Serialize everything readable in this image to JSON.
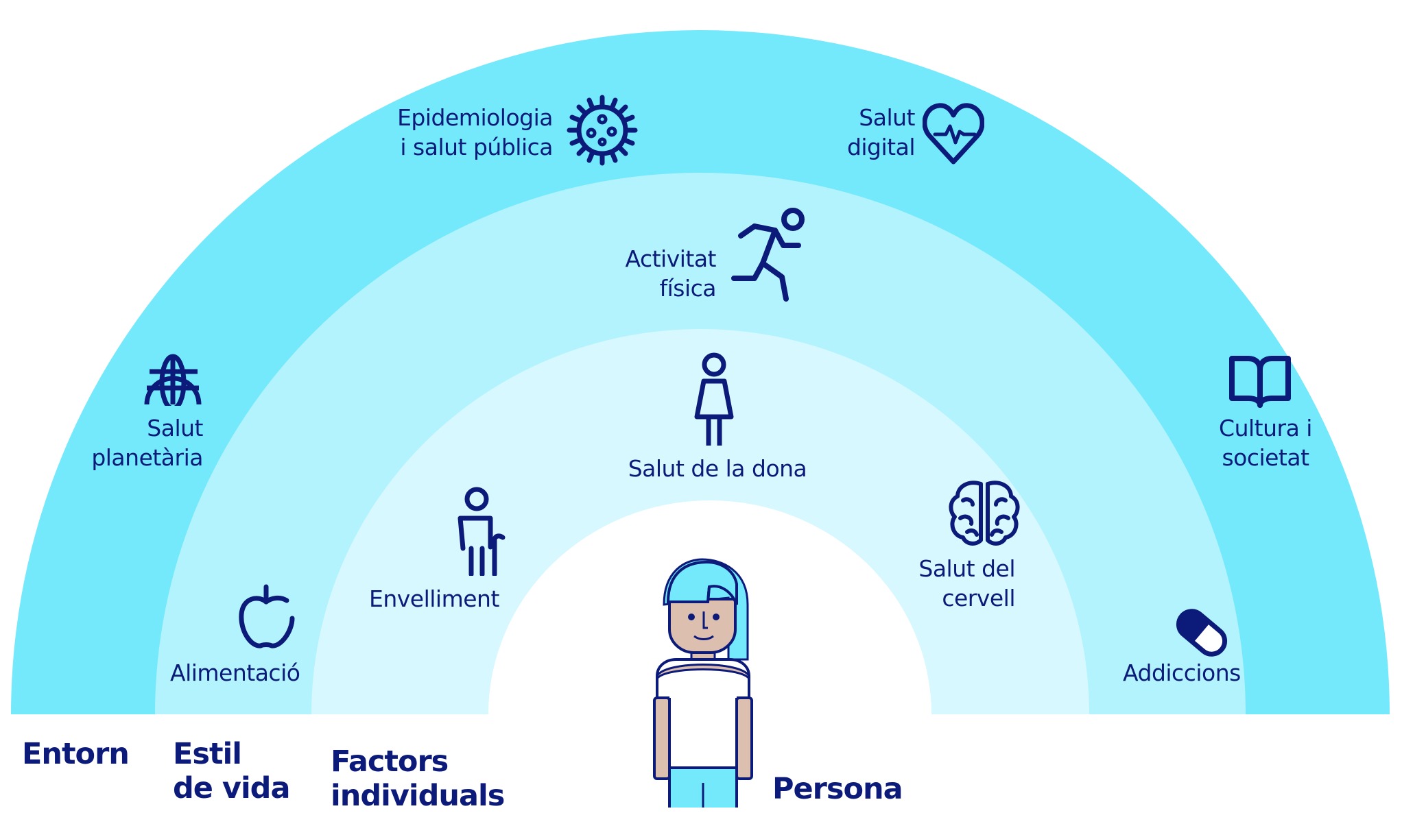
{
  "colors": {
    "outer_band": "#74e9fb",
    "middle_band": "#b2f3fd",
    "inner_band": "#d6f8fe",
    "navy": "#0c1a7a",
    "skin": "#dcbfae",
    "background": "#ffffff"
  },
  "bands": {
    "entorn": "Entorn",
    "estil_de_vida": "Estil\nde vida",
    "factors_individuals": "Factors\nindividuals",
    "persona": "Persona"
  },
  "topics": [
    {
      "label": "Epidemiologia\ni salut pública",
      "icon": "virus-icon",
      "band": "Entorn"
    },
    {
      "label": "Salut\ndigital",
      "icon": "heart-pulse-icon",
      "band": "Entorn"
    },
    {
      "label": "Salut\nplanetària",
      "icon": "globe-icon",
      "band": "Entorn"
    },
    {
      "label": "Cultura i\nsocietat",
      "icon": "book-icon",
      "band": "Entorn"
    },
    {
      "label": "Activitat\nfísica",
      "icon": "running-person-icon",
      "band": "Estil de vida"
    },
    {
      "label": "Alimentació",
      "icon": "apple-icon",
      "band": "Estil de vida"
    },
    {
      "label": "Addiccions",
      "icon": "pill-icon",
      "band": "Estil de vida"
    },
    {
      "label": "Salut de la dona",
      "icon": "woman-icon",
      "band": "Factors individuals"
    },
    {
      "label": "Envelliment",
      "icon": "elderly-person-icon",
      "band": "Factors individuals"
    },
    {
      "label": "Salut del\ncervell",
      "icon": "brain-icon",
      "band": "Factors individuals"
    }
  ],
  "person": {
    "icon": "person-figure-icon"
  }
}
